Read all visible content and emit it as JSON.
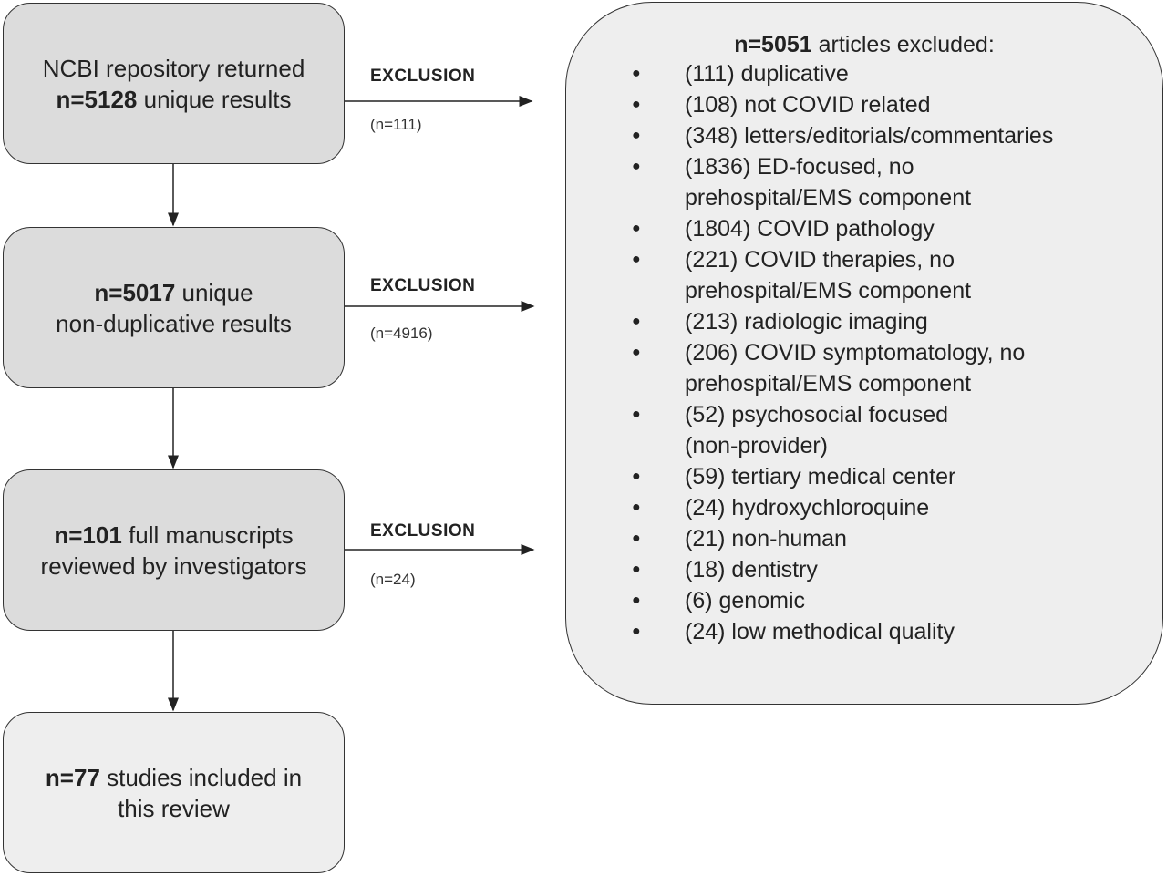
{
  "boxes": [
    {
      "bold": "",
      "text": "NCBI repository returned",
      "bold2": "n=5128",
      "text2": " unique results"
    },
    {
      "bold": "n=5017",
      "text": " unique",
      "line2": "non-duplicative results"
    },
    {
      "bold": "n=101",
      "text": " full manuscripts",
      "line2": "reviewed by investigators"
    },
    {
      "bold": "n=77",
      "text": " studies included in",
      "line2": "this review"
    }
  ],
  "exclusions": [
    {
      "label": "EXCLUSION",
      "count": "(n=111)"
    },
    {
      "label": "EXCLUSION",
      "count": "(n=4916)"
    },
    {
      "label": "EXCLUSION",
      "count": "(n=24)"
    }
  ],
  "excluded_panel": {
    "title_bold": "n=5051",
    "title_text": " articles excluded:",
    "items": [
      "(111) duplicative",
      "(108) not COVID related",
      "(348) letters/editorials/commentaries",
      "(1836) ED-focused, no prehospital/EMS component",
      "(1804) COVID pathology",
      "(221) COVID therapies, no prehospital/EMS component",
      "(213) radiologic imaging",
      "(206) COVID symptomatology, no prehospital/EMS component",
      "(52) psychosocial focused (non-provider)",
      "(59) tertiary medical center",
      "(24) hydroxychloroquine",
      "(21) non-human",
      "(18) dentistry",
      "(6) genomic",
      "(24) low methodical quality"
    ]
  }
}
